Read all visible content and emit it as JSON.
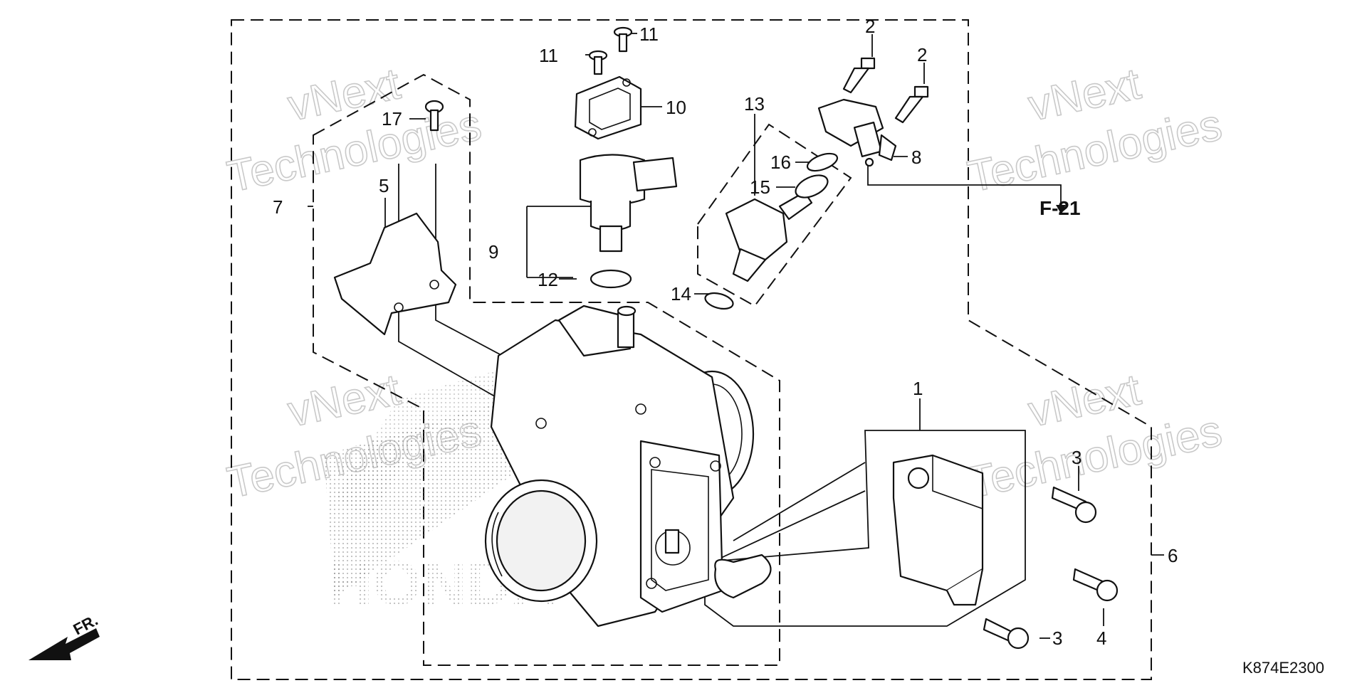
{
  "diagram": {
    "callouts": {
      "c1": "1",
      "c2a": "2",
      "c2b": "2",
      "c3a": "3",
      "c3b": "3",
      "c4": "4",
      "c5": "5",
      "c6": "6",
      "c7": "7",
      "c8": "8",
      "c9": "9",
      "c10": "10",
      "c11a": "11",
      "c11b": "11",
      "c12": "12",
      "c13": "13",
      "c14": "14",
      "c15": "15",
      "c16": "16",
      "c17": "17"
    },
    "reference": "F-21",
    "direction_label": "FR.",
    "diagram_code": "K874E2300",
    "watermark": {
      "line1": "vNext",
      "line2": "Technologies"
    },
    "brand_watermark": "HONDA"
  }
}
